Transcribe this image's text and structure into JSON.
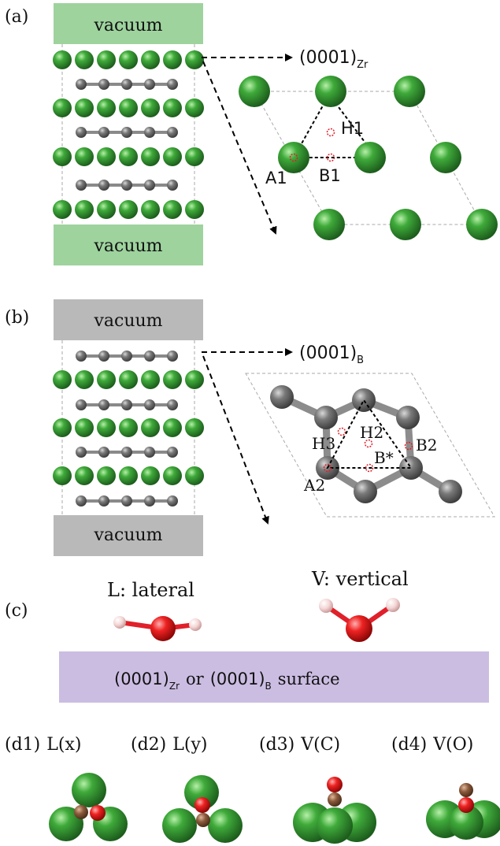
{
  "panels": {
    "a": {
      "label": "(a)",
      "vacuum_top": "vacuum",
      "vacuum_bottom": "vacuum",
      "surface_main": "(0001)",
      "surface_sub": "Zr",
      "sites": [
        "H1",
        "A1",
        "B1"
      ]
    },
    "b": {
      "label": "(b)",
      "vacuum_top": "vacuum",
      "vacuum_bottom": "vacuum",
      "surface_main": "(0001)",
      "surface_sub": "B",
      "sites": [
        "H2",
        "H3",
        "B*",
        "B2",
        "A2"
      ]
    },
    "c": {
      "label": "(c)",
      "lateral": "L:  lateral",
      "vertical": "V:  vertical",
      "surface_a": "(0001)",
      "surface_a_sub": "Zr",
      "or_text": "or",
      "surface_b": "(0001)",
      "surface_b_sub": "B",
      "surface_word": "surface"
    },
    "d": [
      {
        "label": "(d1)",
        "name": "L(x)"
      },
      {
        "label": "(d2)",
        "name": "L(y)"
      },
      {
        "label": "(d3)",
        "name": "V(C)"
      },
      {
        "label": "(d4)",
        "name": "V(O)"
      }
    ]
  },
  "colors": {
    "zr": "#2e8b2e",
    "boron": "#6a6a6a",
    "oxygen": "#e01818",
    "hydrogen": "#f2d0d0",
    "carbon": "#8b5a3c",
    "vacuum_a": "#9ed39e",
    "vacuum_b": "#b9b9b9",
    "surface_box": "#cbbde2"
  }
}
